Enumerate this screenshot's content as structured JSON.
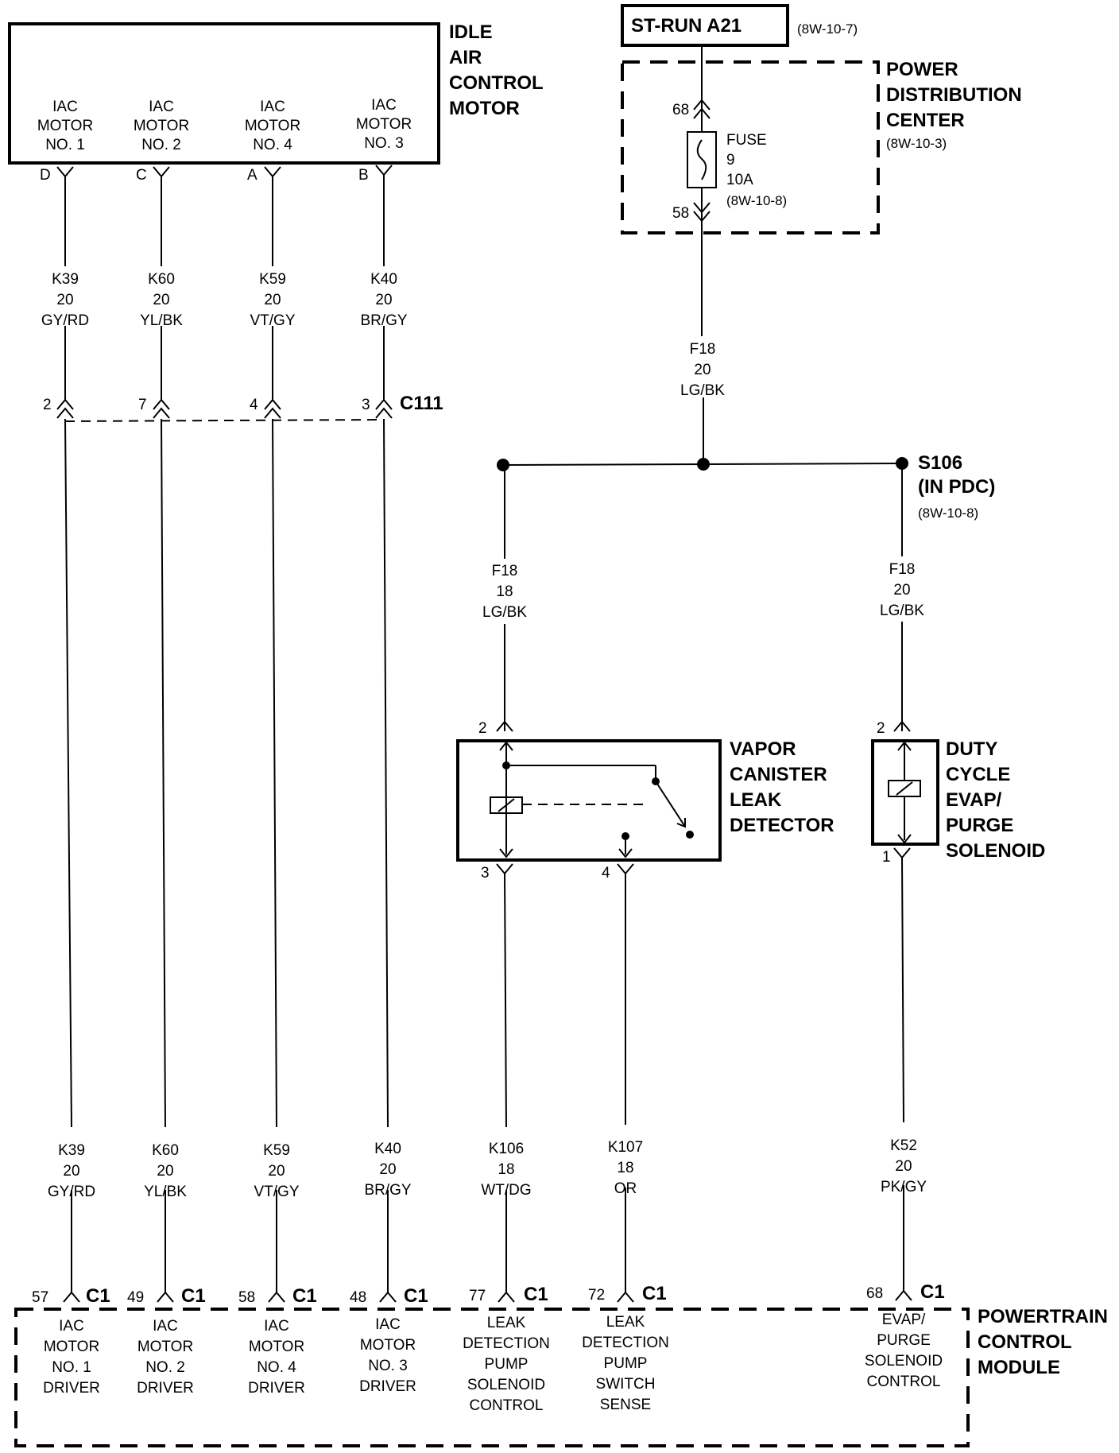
{
  "iac_motor": {
    "title": [
      "IDLE",
      "AIR",
      "CONTROL",
      "MOTOR"
    ],
    "pins": [
      {
        "name": [
          "IAC",
          "MOTOR",
          "NO. 1"
        ],
        "cavity": "D",
        "wire": [
          "K39",
          "20",
          "GY/RD"
        ],
        "c111": "2"
      },
      {
        "name": [
          "IAC",
          "MOTOR",
          "NO. 2"
        ],
        "cavity": "C",
        "wire": [
          "K60",
          "20",
          "YL/BK"
        ],
        "c111": "7"
      },
      {
        "name": [
          "IAC",
          "MOTOR",
          "NO. 4"
        ],
        "cavity": "A",
        "wire": [
          "K59",
          "20",
          "VT/GY"
        ],
        "c111": "4"
      },
      {
        "name": [
          "IAC",
          "MOTOR",
          "NO. 3"
        ],
        "cavity": "B",
        "wire": [
          "K40",
          "20",
          "BR/GY"
        ],
        "c111": "3"
      }
    ]
  },
  "c111_label": "C111",
  "st_run": {
    "label": "ST-RUN A21",
    "ref": "(8W-10-7)"
  },
  "pdc": {
    "title": [
      "POWER",
      "DISTRIBUTION",
      "CENTER"
    ],
    "ref": "(8W-10-3)",
    "pin_in": "68",
    "pin_out": "58",
    "fuse": [
      "FUSE",
      "9",
      "10A",
      "(8W-10-8)"
    ]
  },
  "feed_wire": [
    "F18",
    "20",
    "LG/BK"
  ],
  "splice": {
    "label": [
      "S106",
      "(IN PDC)"
    ],
    "ref": "(8W-10-8)"
  },
  "vapor_detector": {
    "title": [
      "VAPOR",
      "CANISTER",
      "LEAK",
      "DETECTOR"
    ],
    "feed_wire": [
      "F18",
      "18",
      "LG/BK"
    ],
    "pin_top": "2",
    "pin_left": "3",
    "pin_right": "4"
  },
  "purge_solenoid": {
    "title": [
      "DUTY",
      "CYCLE",
      "EVAP/",
      "PURGE",
      "SOLENOID"
    ],
    "feed_wire": [
      "F18",
      "20",
      "LG/BK"
    ],
    "pin_top": "2",
    "pin_bottom": "1"
  },
  "lower_wires": [
    [
      "K39",
      "20",
      "GY/RD"
    ],
    [
      "K60",
      "20",
      "YL/BK"
    ],
    [
      "K59",
      "20",
      "VT/GY"
    ],
    [
      "K40",
      "20",
      "BR/GY"
    ],
    [
      "K106",
      "18",
      "WT/DG"
    ],
    [
      "K107",
      "18",
      "OR"
    ],
    [
      "K52",
      "20",
      "PK/GY"
    ]
  ],
  "pcm": {
    "title": [
      "POWERTRAIN",
      "CONTROL",
      "MODULE"
    ],
    "connector": "C1",
    "pins": [
      {
        "pin": "57",
        "label": [
          "IAC",
          "MOTOR",
          "NO. 1",
          "DRIVER"
        ]
      },
      {
        "pin": "49",
        "label": [
          "IAC",
          "MOTOR",
          "NO. 2",
          "DRIVER"
        ]
      },
      {
        "pin": "58",
        "label": [
          "IAC",
          "MOTOR",
          "NO. 4",
          "DRIVER"
        ]
      },
      {
        "pin": "48",
        "label": [
          "IAC",
          "MOTOR",
          "NO. 3",
          "DRIVER"
        ]
      },
      {
        "pin": "77",
        "label": [
          "LEAK",
          "DETECTION",
          "PUMP",
          "SOLENOID",
          "CONTROL"
        ]
      },
      {
        "pin": "72",
        "label": [
          "LEAK",
          "DETECTION",
          "PUMP",
          "SWITCH",
          "SENSE"
        ]
      },
      {
        "pin": "68",
        "label": [
          "EVAP/",
          "PURGE",
          "SOLENOID",
          "CONTROL"
        ]
      }
    ]
  }
}
